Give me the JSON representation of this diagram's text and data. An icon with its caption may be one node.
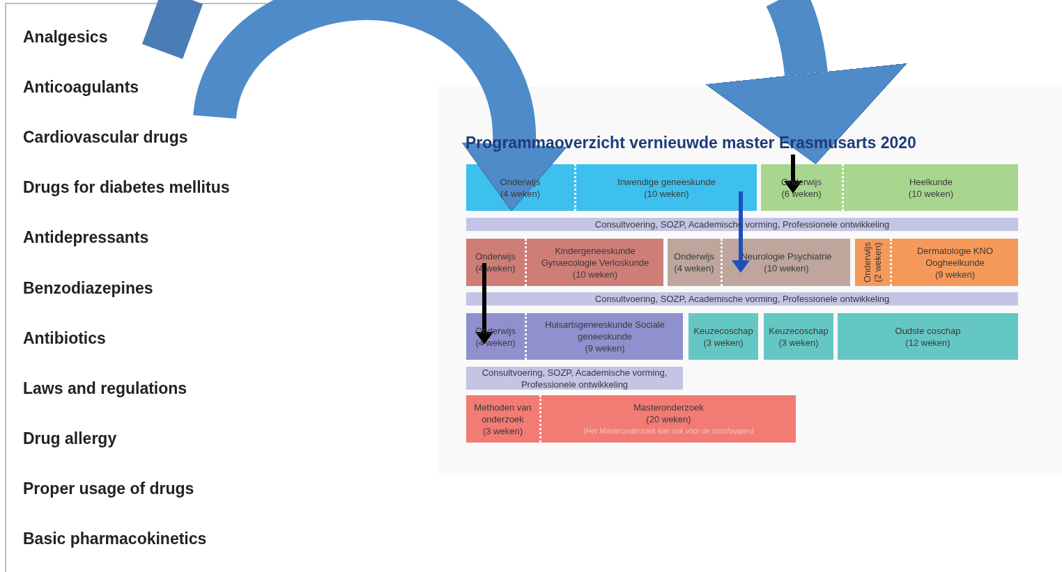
{
  "diagram": {
    "title": "Programmaoverzicht vernieuwde master Erasmusarts 2020",
    "nodes": [
      {
        "text": [
          "Onderwijs",
          "(4 weken)"
        ]
      },
      {
        "text": [
          "Inwendige geneeskunde",
          "(10 weken)"
        ]
      },
      {
        "text": [
          "Onderwijs",
          "(6 weken)"
        ]
      },
      {
        "text": [
          "Heelkunde",
          "(10 weken)"
        ]
      },
      {
        "text": [
          "Consultvoering, SOZP, Academische vorming, Professionele ontwikkeling"
        ]
      },
      {
        "text": [
          "Onderwijs",
          "(4 weken)"
        ]
      },
      {
        "text": [
          "Kindergeneeskunde Gynaecologie Verloskunde",
          "(10 weken)"
        ]
      },
      {
        "text": [
          "Onderwijs",
          "(4 weken)"
        ]
      },
      {
        "text": [
          "Neurologie Psychiatrie",
          "(10 weken)"
        ]
      },
      {
        "text": [
          "Onderwijs",
          "(2 weken)"
        ]
      },
      {
        "text": [
          "Dermatologie KNO Oogheelkunde",
          "(9 weken)"
        ]
      },
      {
        "text": [
          "Consultvoering, SOZP, Academische vorming, Professionele ontwikkeling"
        ]
      },
      {
        "text": [
          "Onderwijs",
          "(4 weken)"
        ]
      },
      {
        "text": [
          "Huisartsgeneeskunde Sociale geneeskunde",
          "(9 weken)"
        ]
      },
      {
        "text": [
          "Keuzecoschap",
          "(3 weken)"
        ]
      },
      {
        "text": [
          "Keuzecoschap",
          "(3 weken)"
        ]
      },
      {
        "text": [
          "Oudste coschap",
          "(12 weken)"
        ]
      },
      {
        "text": [
          "Consultvoering, SOZP, Academische vorming, Professionele ontwikkeling"
        ]
      },
      {
        "text": [
          "Methoden van onderzoek",
          "(3 weken)"
        ]
      },
      {
        "text": [
          "Masteronderzoek",
          "(20 weken)",
          "(Het Masteronderzoek kan ook vóór de coschappen)"
        ]
      }
    ],
    "edges": [
      {
        "from": null,
        "to": 0,
        "arrow": "to",
        "style": "thick",
        "color": "#4f8bc9"
      },
      {
        "from": null,
        "to": 2,
        "arrow": "to",
        "style": "thick",
        "color": "#4f8bc9"
      },
      {
        "from": null,
        "to": 2,
        "arrow": "to",
        "color": "#000000"
      },
      {
        "from": 5,
        "to": 12,
        "arrow": "to",
        "color": "#000000"
      },
      {
        "from": 1,
        "to": 8,
        "arrow": "to",
        "color": "#1f4fbf"
      }
    ],
    "labels": [
      "Analgesics",
      "Anticoagulants",
      "Cardiovascular drugs",
      "Drugs for diabetes mellitus",
      "Antidepressants",
      "Benzodiazepines",
      "Antibiotics",
      "Laws and regulations",
      "Drug allergy",
      "Proper usage of drugs",
      "Basic pharmacokinetics"
    ]
  }
}
